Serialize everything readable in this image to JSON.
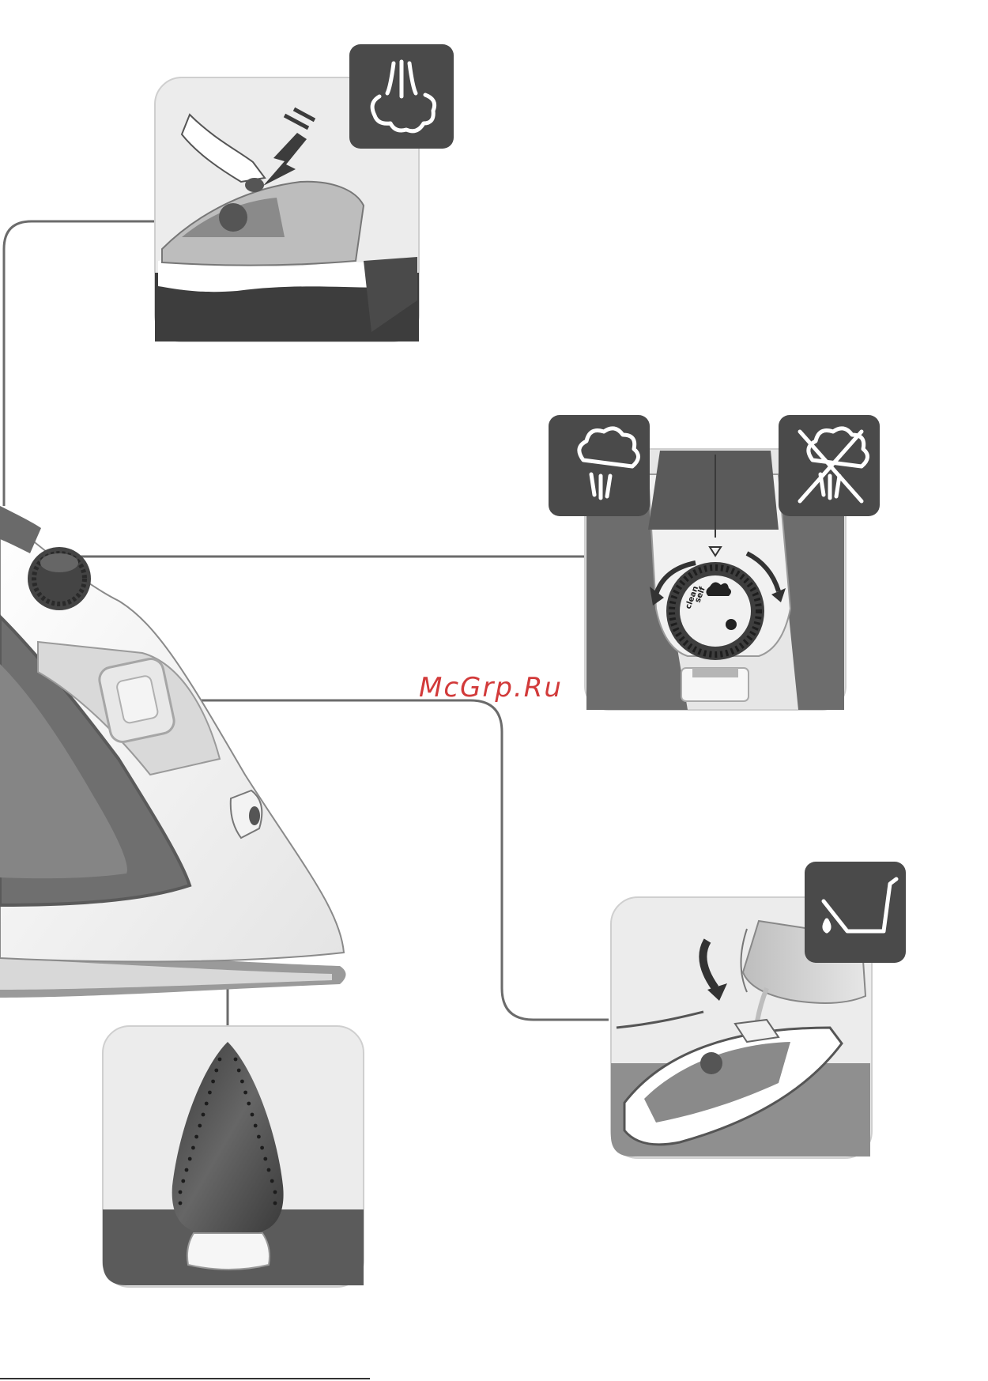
{
  "watermark": {
    "text": "McGrp.Ru",
    "color": "#d23a3a"
  },
  "dial": {
    "label_line1": "self",
    "label_line2": "clean"
  },
  "icons": {
    "steam_burst": "steam-burst-icon",
    "variable_steam": "variable-steam-icon",
    "no_steam": "no-steam-icon",
    "fill_water": "fill-water-icon"
  },
  "colors": {
    "icon_tile": "#4a4a4a",
    "panel_bg": "#e6e6e6",
    "soleplate_dark": "#3c3c3c",
    "iron_gray": "#7a7a7a"
  }
}
